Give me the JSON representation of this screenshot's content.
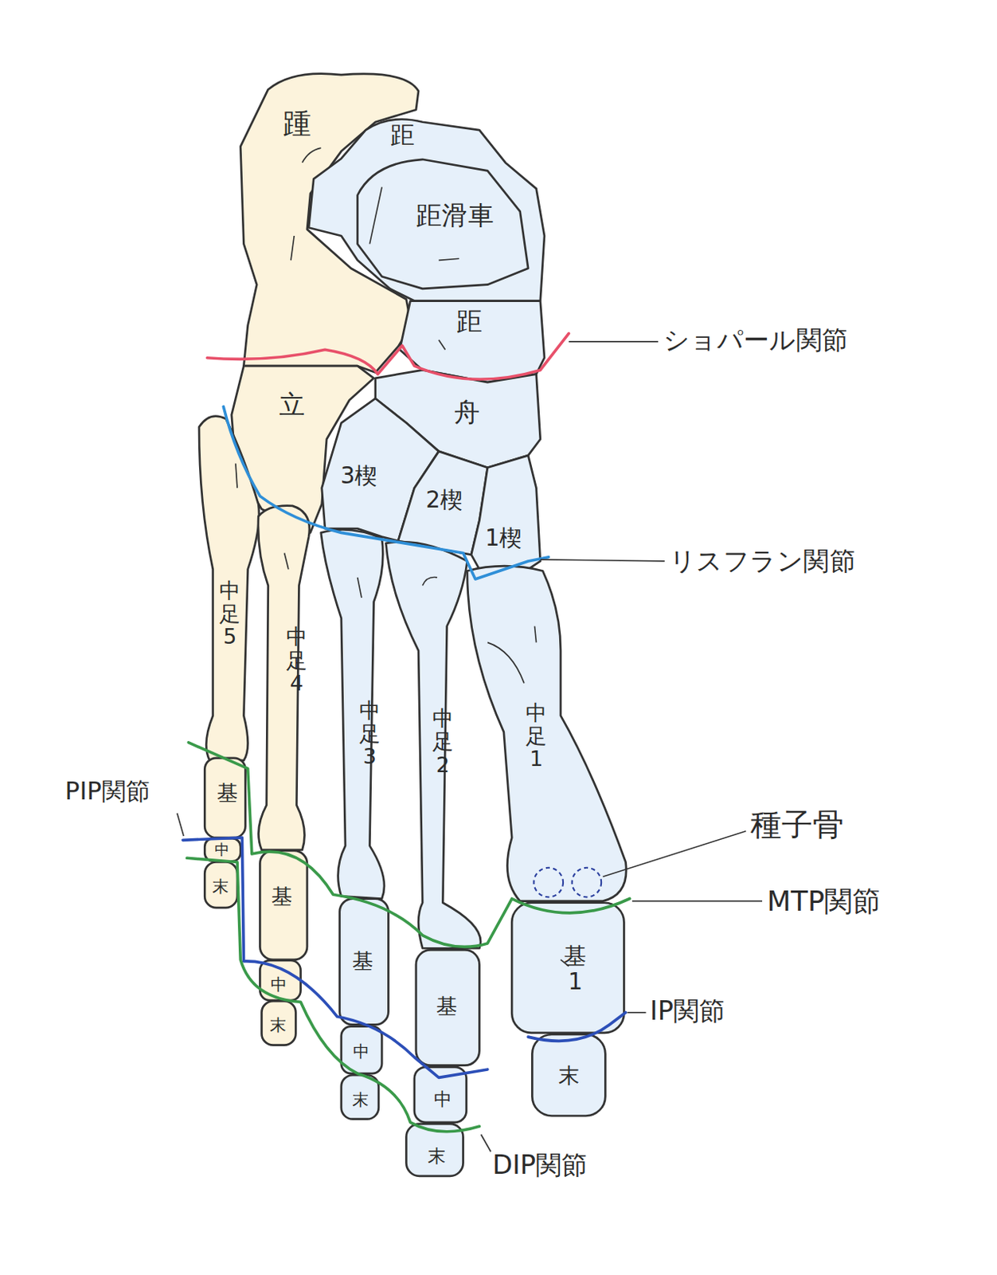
{
  "diagram": {
    "labels": [
      "踵",
      "距",
      "距滑車",
      "距",
      "立",
      "舟",
      "3楔",
      "2楔",
      "1楔",
      "中足5",
      "中足4",
      "中足3",
      "中足2",
      "中足1",
      "基",
      "中",
      "末",
      "基",
      "中",
      "末",
      "基",
      "中",
      "末",
      "基",
      "中",
      "末",
      "基1",
      "末",
      "ショパール関節",
      "リスフラン関節",
      "種子骨",
      "MTP関節",
      "IP関節",
      "PIP関節",
      "DIP関節"
    ]
  }
}
